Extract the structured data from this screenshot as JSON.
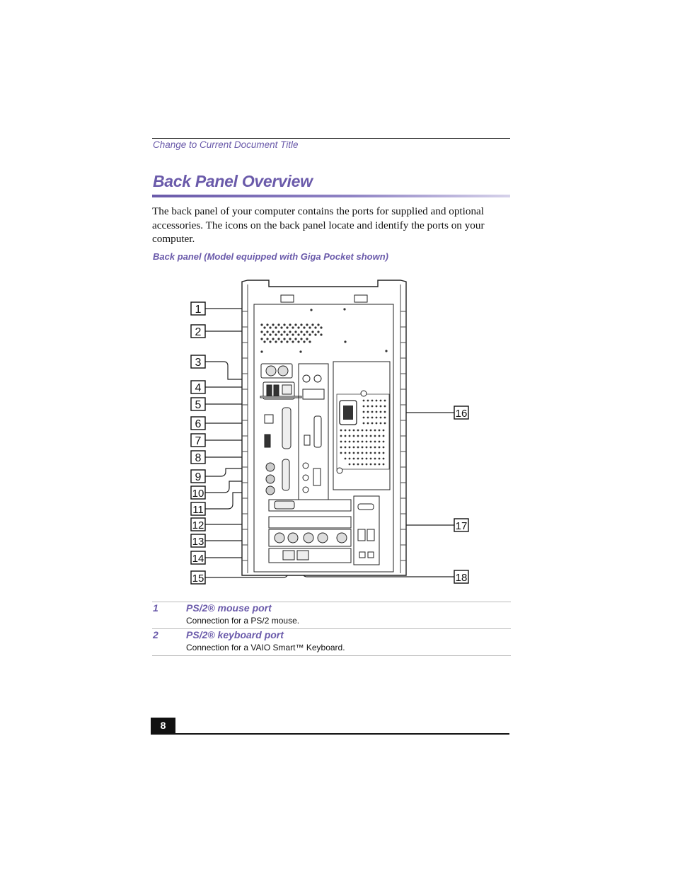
{
  "header": {
    "running_title": "Change to Current Document Title"
  },
  "page": {
    "title": "Back Panel Overview",
    "intro": "The back panel of your computer contains the ports for supplied and optional accessories. The icons on the back panel locate and identify the ports on your computer.",
    "figure_caption": "Back panel (Model equipped with Giga Pocket shown)"
  },
  "figure": {
    "callouts_left": [
      "1",
      "2",
      "3",
      "4",
      "5",
      "6",
      "7",
      "8",
      "9",
      "10",
      "11",
      "12",
      "13",
      "14",
      "15"
    ],
    "callouts_right": [
      "16",
      "17",
      "18"
    ]
  },
  "items": [
    {
      "num": "1",
      "title": "PS/2® mouse port",
      "desc": "Connection for a PS/2 mouse."
    },
    {
      "num": "2",
      "title": "PS/2® keyboard port",
      "desc": "Connection for a VAIO Smart™ Keyboard."
    }
  ],
  "footer": {
    "page_number": "8"
  },
  "colors": {
    "accent": "#6a5aaa"
  }
}
